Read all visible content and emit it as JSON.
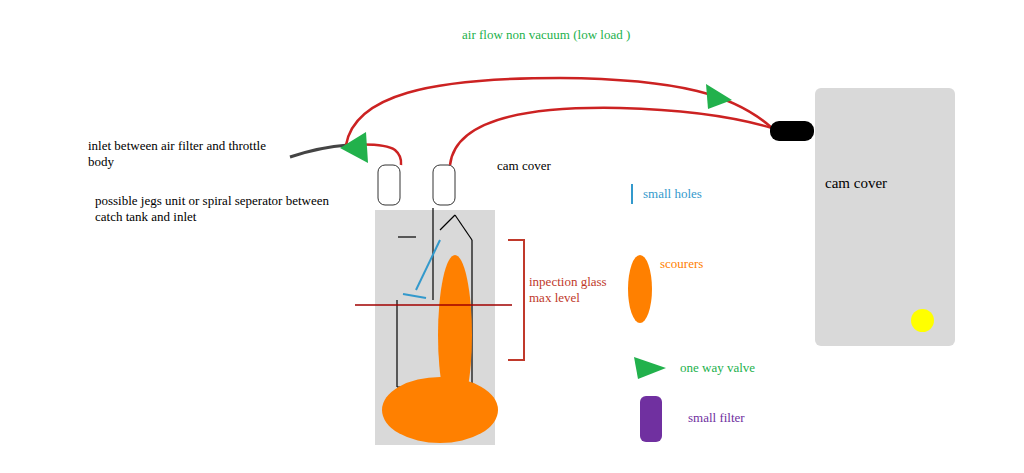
{
  "diagram": {
    "title": "air flow non vacuum (low load )",
    "nodes": [
      {
        "text": [
          "cam cover"
        ]
      }
    ],
    "labels": [
      "inlet between air filter and throttle body",
      "possible jegs unit or spiral seperator between catch tank and inlet",
      "cam cover",
      "inpection glass max level"
    ],
    "legend": [
      {
        "text": "small holes"
      },
      {
        "text": "scourers",
        "color": "#ff8000"
      },
      {
        "text": "one way valve",
        "color": "#22b14c"
      },
      {
        "text": "small filter",
        "color": "#7030a0"
      }
    ]
  }
}
